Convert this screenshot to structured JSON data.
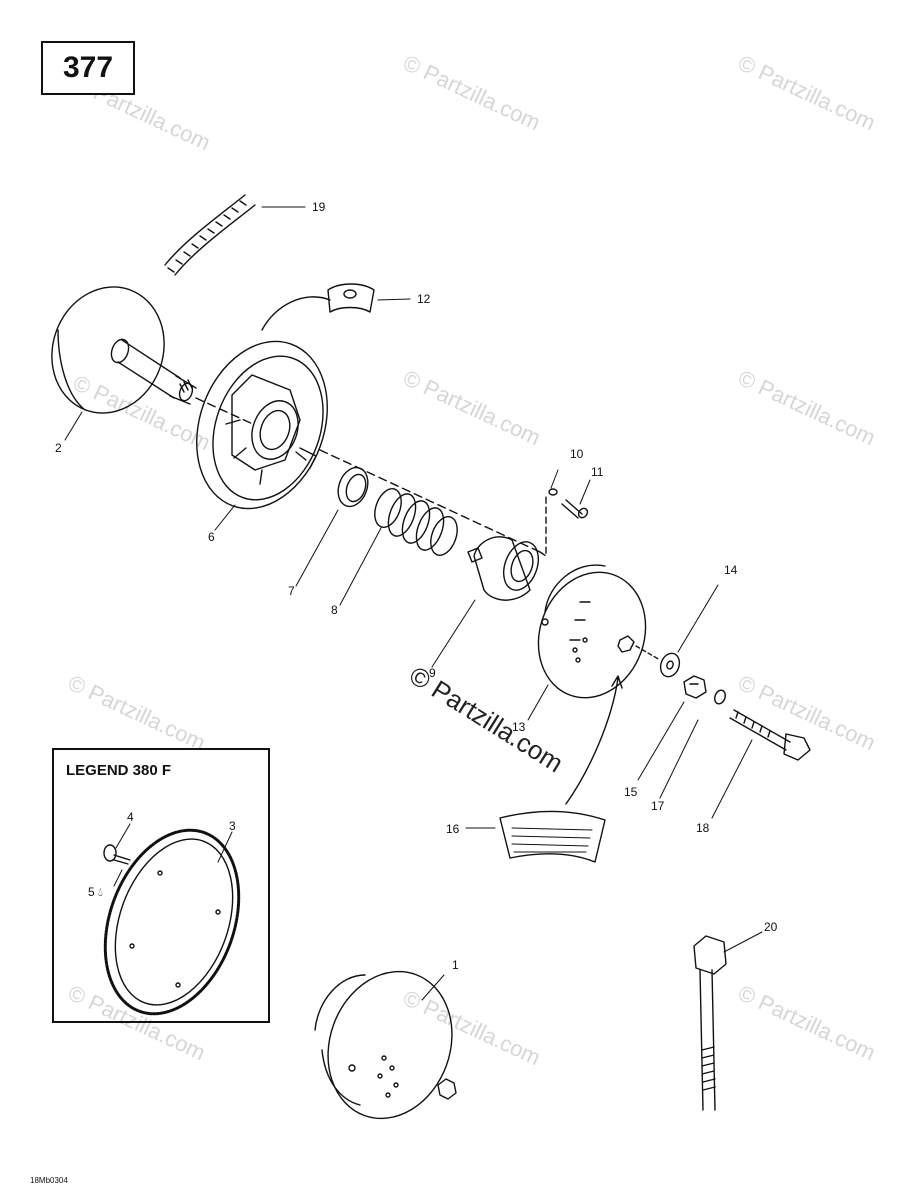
{
  "page_number": "377",
  "legend": {
    "title": "LEGEND 380 F"
  },
  "figure_code": "18Mb0304",
  "watermark": "© Partzilla.com",
  "callouts": [
    {
      "label": "1"
    },
    {
      "label": "2"
    },
    {
      "label": "3"
    },
    {
      "label": "4"
    },
    {
      "label": "5"
    },
    {
      "label": "6"
    },
    {
      "label": "7"
    },
    {
      "label": "8"
    },
    {
      "label": "9"
    },
    {
      "label": "10"
    },
    {
      "label": "11"
    },
    {
      "label": "12"
    },
    {
      "label": "13"
    },
    {
      "label": "14"
    },
    {
      "label": "15"
    },
    {
      "label": "16"
    },
    {
      "label": "17"
    },
    {
      "label": "18"
    },
    {
      "label": "19"
    },
    {
      "label": "20"
    }
  ]
}
